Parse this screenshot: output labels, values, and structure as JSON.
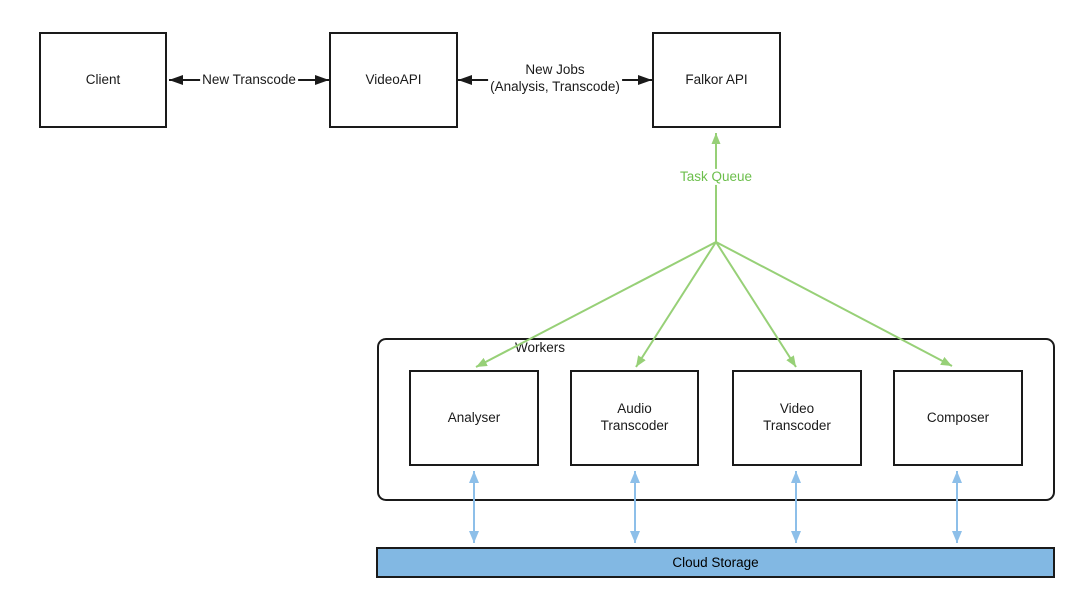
{
  "colors": {
    "line_black": "#1a1a1a",
    "line_green": "#97d077",
    "text_green": "#6cbf4c",
    "line_blue": "#8dbfe9",
    "storage_fill": "#82b8e3"
  },
  "nodes": {
    "client": {
      "label": "Client"
    },
    "video_api": {
      "label": "VideoAPI"
    },
    "falkor_api": {
      "label": "Falkor API"
    }
  },
  "edges": {
    "client_videoapi": {
      "label": "New Transcode"
    },
    "videoapi_falkor": {
      "label_line1": "New Jobs",
      "label_line2": "(Analysis, Transcode)"
    },
    "task_queue": {
      "label": "Task Queue"
    }
  },
  "workers": {
    "title": "Workers",
    "items": [
      {
        "label": "Analyser"
      },
      {
        "label": "Audio Transcoder"
      },
      {
        "label": "Video Transcoder"
      },
      {
        "label": "Composer"
      }
    ]
  },
  "storage": {
    "label": "Cloud Storage"
  }
}
